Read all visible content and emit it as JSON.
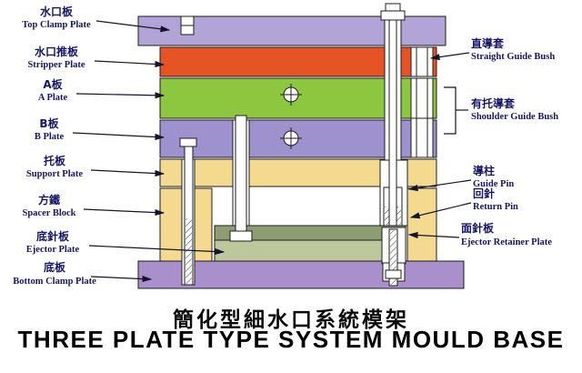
{
  "title": {
    "zh": "簡化型細水口系統模架",
    "en": "THREE PLATE TYPE SYSTEM MOULD BASE"
  },
  "diagram": {
    "left_labels": [
      {
        "zh": "水口板",
        "en": "Top Clamp Plate"
      },
      {
        "zh": "水口推板",
        "en": "Stripper Plate"
      },
      {
        "zh": "A板",
        "en": "A Plate"
      },
      {
        "zh": "B板",
        "en": "B Plate"
      },
      {
        "zh": "托板",
        "en": "Support Plate"
      },
      {
        "zh": "方鐵",
        "en": "Spacer Block"
      },
      {
        "zh": "底針板",
        "en": "Ejector Plate"
      },
      {
        "zh": "底板",
        "en": "Bottom Clamp Plate"
      }
    ],
    "right_labels": [
      {
        "zh": "直導套",
        "en": "Straight Guide Bush"
      },
      {
        "zh": "有托導套",
        "en": "Shoulder Guide Bush"
      },
      {
        "zh": "導柱",
        "en": "Guide Pin"
      },
      {
        "zh": "回針",
        "en": "Return Pin"
      },
      {
        "zh": "面針板",
        "en": "Ejector Retainer Plate"
      }
    ],
    "colors": {
      "top_clamp_plate": "#b2a4d6",
      "stripper_plate": "#e65426",
      "a_plate": "#8dc63f",
      "b_plate": "#9e92ce",
      "support_plate": "#f3da8e",
      "spacer_block": "#f3da8e",
      "ejector_retainer_plate": "#8e9c72",
      "ejector_plate": "#bcc79c",
      "bottom_clamp_plate": "#a98fcb"
    }
  }
}
